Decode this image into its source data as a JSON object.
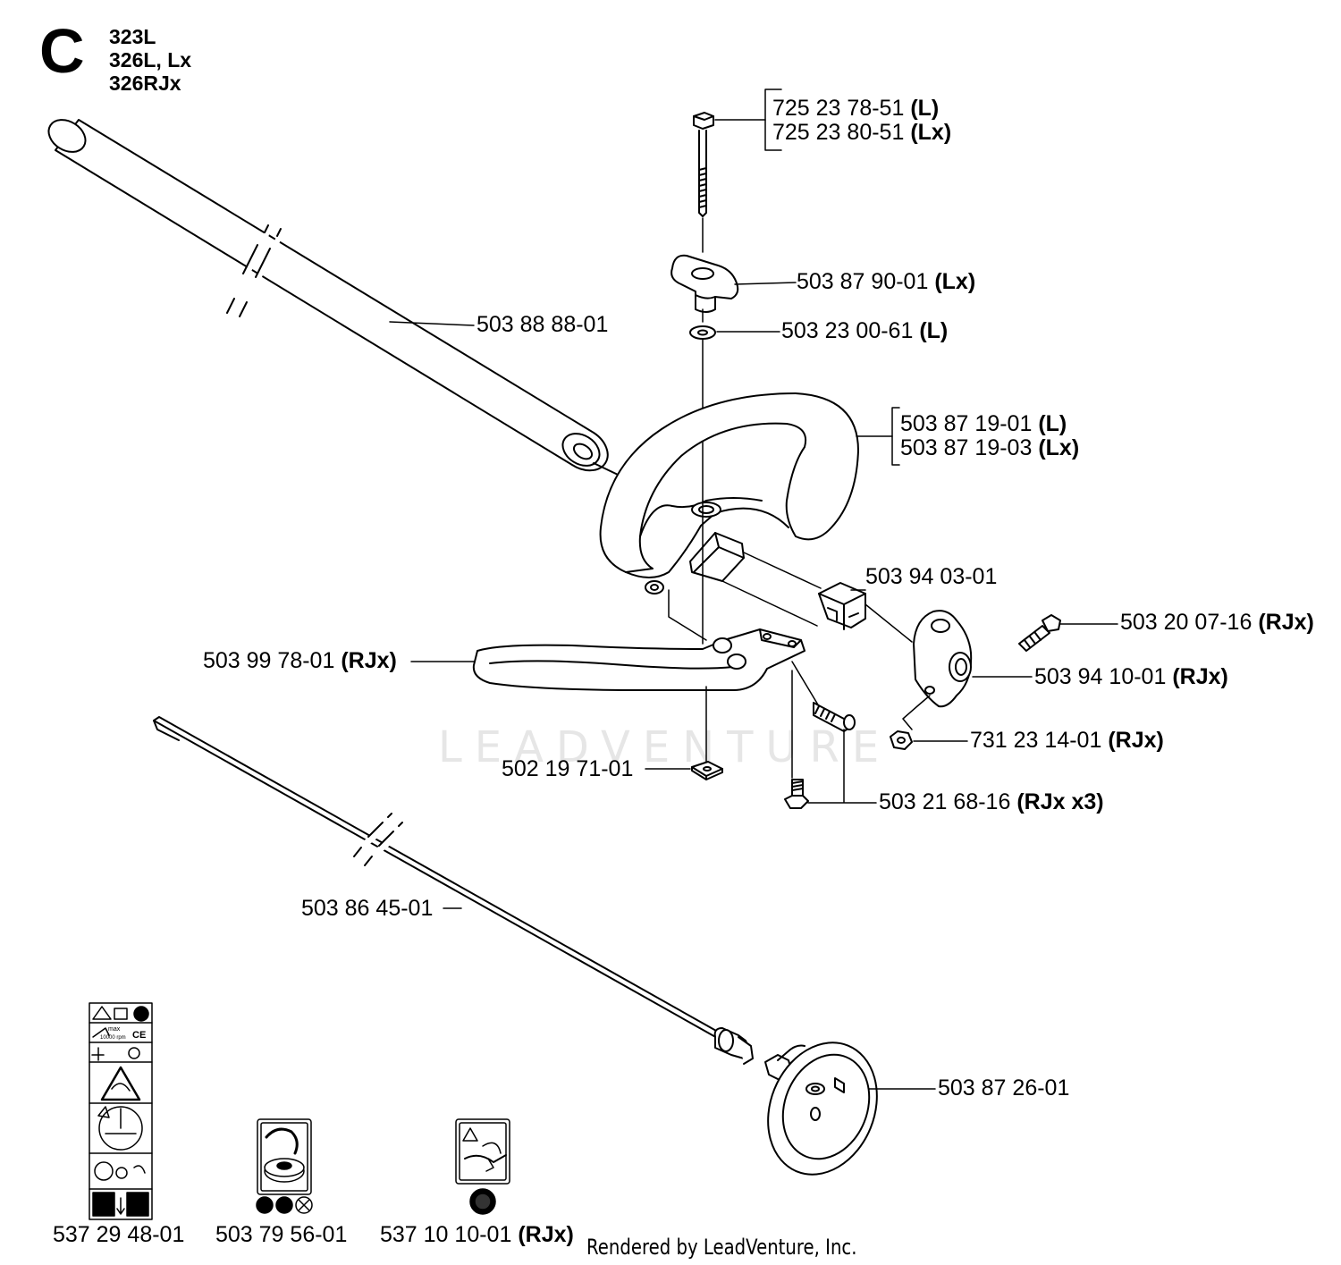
{
  "section": {
    "letter": "C",
    "models": [
      "323L",
      "326L, Lx",
      "326RJx"
    ]
  },
  "parts": [
    {
      "id": "bolt",
      "number": "725 23 78-51",
      "suffix": "(L)"
    },
    {
      "id": "bolt-lx",
      "number": "725 23 80-51",
      "suffix": "(Lx)"
    },
    {
      "id": "wing-knob",
      "number": "503 87 90-01",
      "suffix": "(Lx)"
    },
    {
      "id": "washer",
      "number": "503 23 00-61",
      "suffix": "(L)"
    },
    {
      "id": "shaft-tube",
      "number": "503 88 88-01",
      "suffix": ""
    },
    {
      "id": "loop-handle-l",
      "number": "503 87 19-01",
      "suffix": "(L)"
    },
    {
      "id": "loop-handle-lx",
      "number": "503 87 19-03",
      "suffix": "(Lx)"
    },
    {
      "id": "clamp-block",
      "number": "503 94 03-01",
      "suffix": ""
    },
    {
      "id": "screw-rjx",
      "number": "503 20 07-16",
      "suffix": "(RJx)"
    },
    {
      "id": "handle-rjx",
      "number": "503 99 78-01",
      "suffix": "(RJx)"
    },
    {
      "id": "clamp-rjx",
      "number": "503 94 10-01",
      "suffix": "(RJx)"
    },
    {
      "id": "nut-rjx",
      "number": "731 23 14-01",
      "suffix": "(RJx)"
    },
    {
      "id": "square-nut",
      "number": "502 19 71-01",
      "suffix": ""
    },
    {
      "id": "screws-rjx3",
      "number": "503 21 68-16",
      "suffix": "(RJx x3)"
    },
    {
      "id": "drive-shaft",
      "number": "503 86 45-01",
      "suffix": ""
    },
    {
      "id": "clutch-drum",
      "number": "503 87 26-01",
      "suffix": ""
    },
    {
      "id": "decal-1",
      "number": "537 29 48-01",
      "suffix": ""
    },
    {
      "id": "decal-2",
      "number": "503 79 56-01",
      "suffix": ""
    },
    {
      "id": "decal-3",
      "number": "537 10 10-01",
      "suffix": "(RJx)"
    }
  ],
  "decal_text": {
    "max": "max",
    "rpm": "10000 rpm",
    "ce": "CE"
  },
  "footer": "Rendered by LeadVenture, Inc.",
  "watermark": "LEADVENTURE"
}
